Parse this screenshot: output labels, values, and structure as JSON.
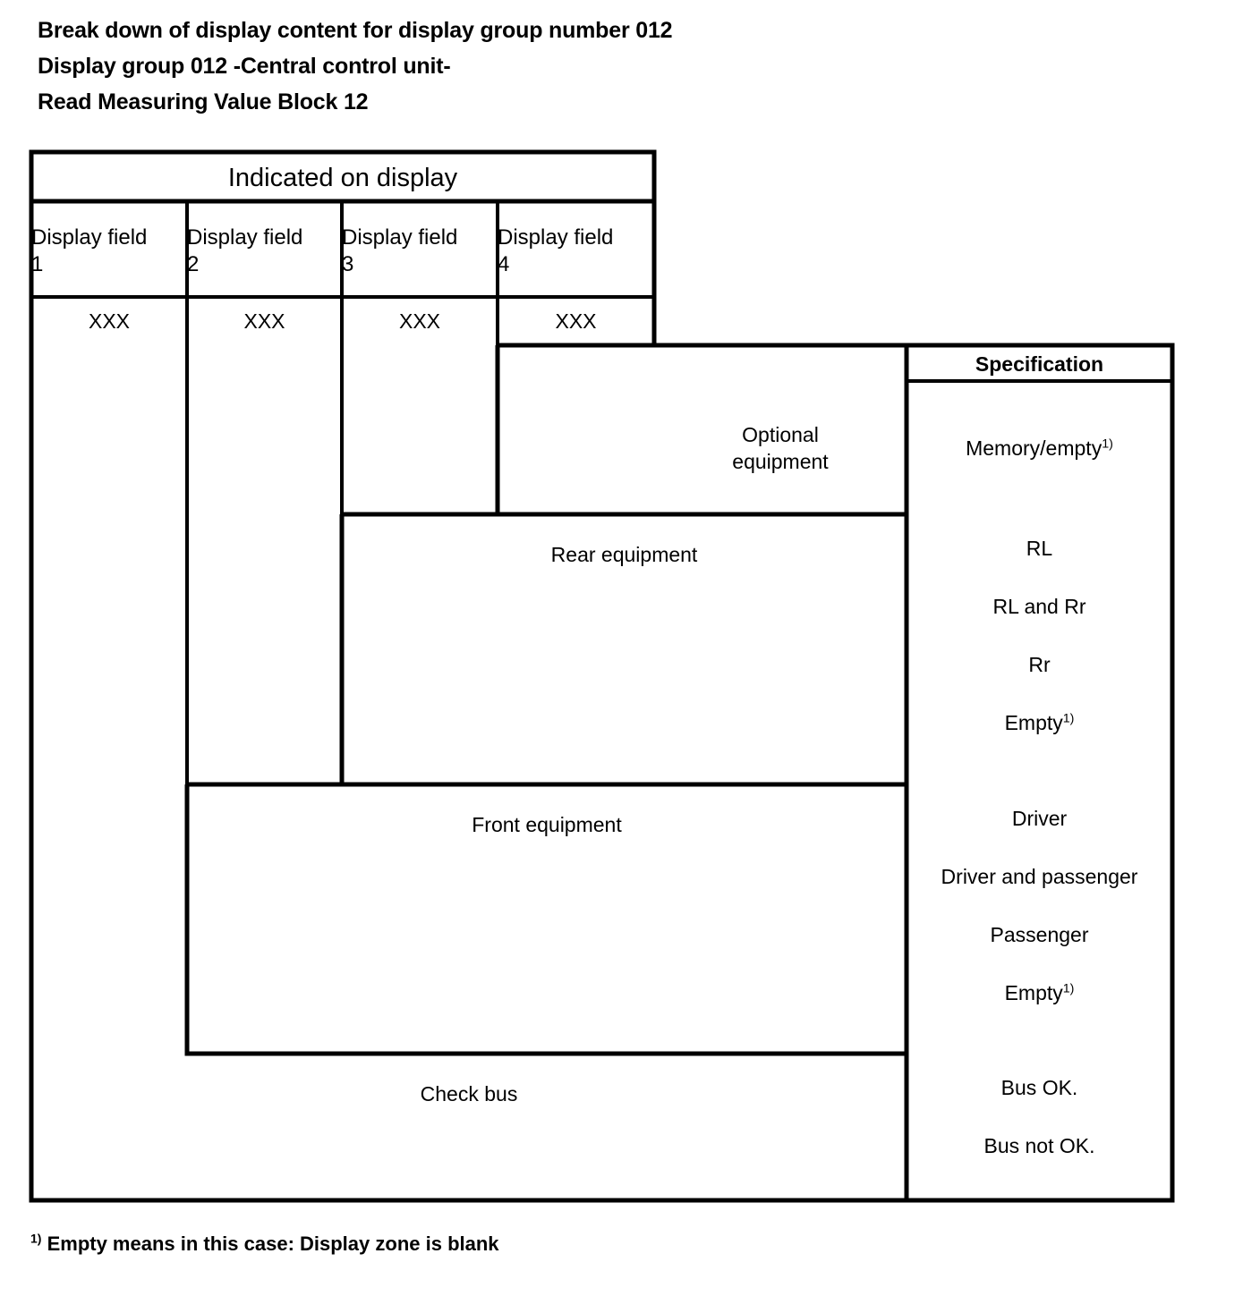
{
  "document": {
    "title_lines": [
      "Break down of display content for display group number 012",
      "Display group 012 -Central control unit-",
      "Read Measuring Value Block 12"
    ],
    "footnote_mark": "1)",
    "footnote_text": "Empty means in this case: Display zone is blank"
  },
  "table": {
    "group_header": "Indicated on display",
    "spec_header": "Specification",
    "display_fields": [
      {
        "label": "Display field",
        "number": "1",
        "value": "XXX"
      },
      {
        "label": "Display field",
        "number": "2",
        "value": "XXX"
      },
      {
        "label": "Display field",
        "number": "3",
        "value": "XXX"
      },
      {
        "label": "Display field",
        "number": "4",
        "value": "XXX"
      }
    ],
    "rows": [
      {
        "name": "optional-equipment",
        "label_line1": "Optional",
        "label_line2": "equipment",
        "specifications": [
          "Memory/empty¹⁾"
        ]
      },
      {
        "name": "rear-equipment",
        "label_line1": "Rear equipment",
        "label_line2": "",
        "specifications": [
          "RL",
          "RL and Rr",
          "Rr",
          "Empty¹⁾"
        ]
      },
      {
        "name": "front-equipment",
        "label_line1": "Front equipment",
        "label_line2": "",
        "specifications": [
          "Driver",
          "Driver and passenger",
          "Passenger",
          "Empty¹⁾"
        ]
      },
      {
        "name": "check-bus",
        "label_line1": "Check bus",
        "label_line2": "",
        "specifications": [
          "Bus OK.",
          "Bus not OK."
        ]
      }
    ]
  },
  "colors": {
    "ink": "#000000",
    "page": "#ffffff"
  }
}
